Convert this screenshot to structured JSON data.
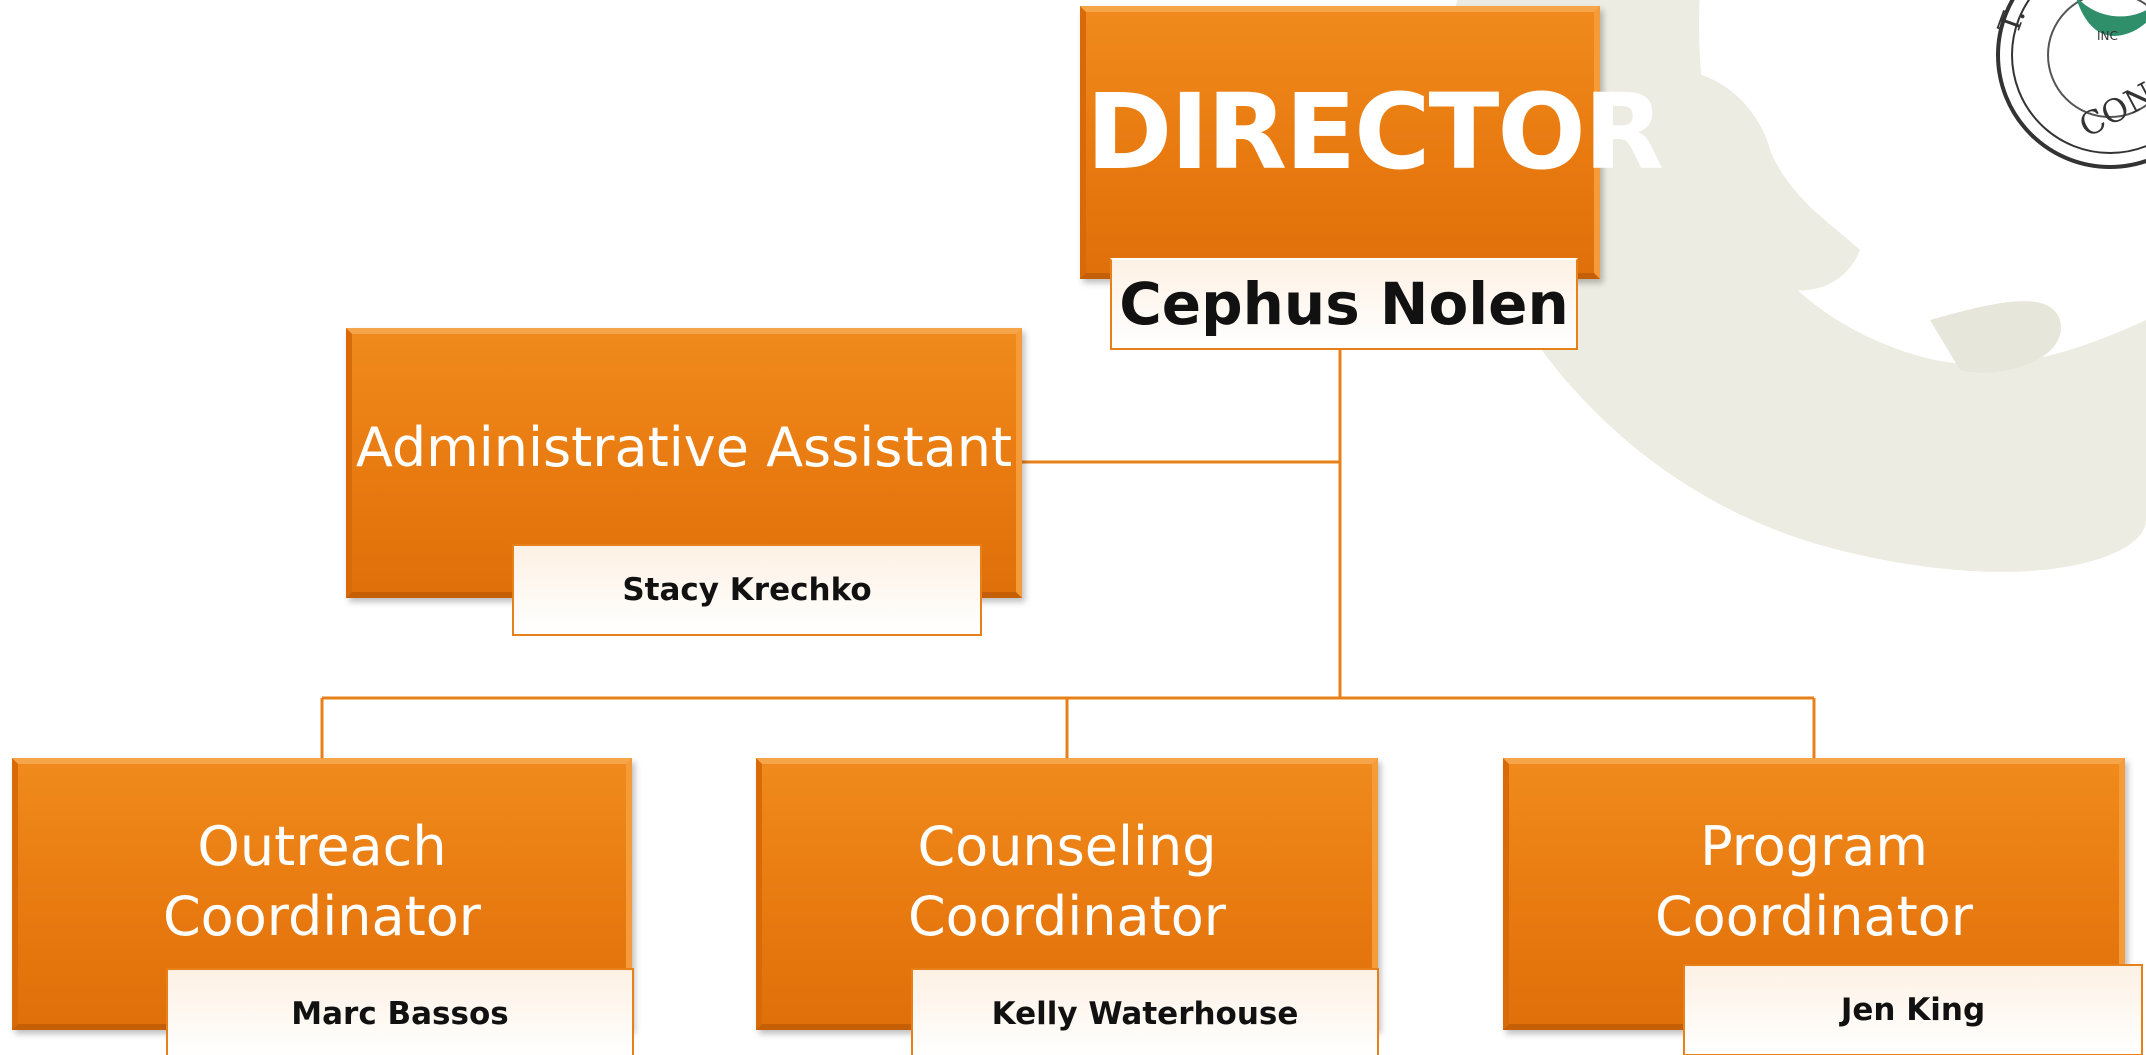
{
  "colors": {
    "box_fill": "#e87a10",
    "connector": "#e8801a",
    "name_fill": "#fdf1e4",
    "watermark": "#ecece2"
  },
  "director": {
    "title": "DIRECTOR",
    "name": "Cephus Nolen"
  },
  "assistant": {
    "title": "Administrative Assistant",
    "name": "Stacy Krechko"
  },
  "coordinators": [
    {
      "title_line1": "Outreach",
      "title_line2": "Coordinator",
      "name": "Marc Bassos"
    },
    {
      "title_line1": "Counseling",
      "title_line2": "Coordinator",
      "name": "Kelly Waterhouse"
    },
    {
      "title_line1": "Program",
      "title_line2": "Coordinator",
      "name": "Jen King"
    }
  ],
  "seal": {
    "icon": "organization-seal-logo",
    "text_fragments": [
      "T.",
      "CON",
      "INC"
    ]
  }
}
